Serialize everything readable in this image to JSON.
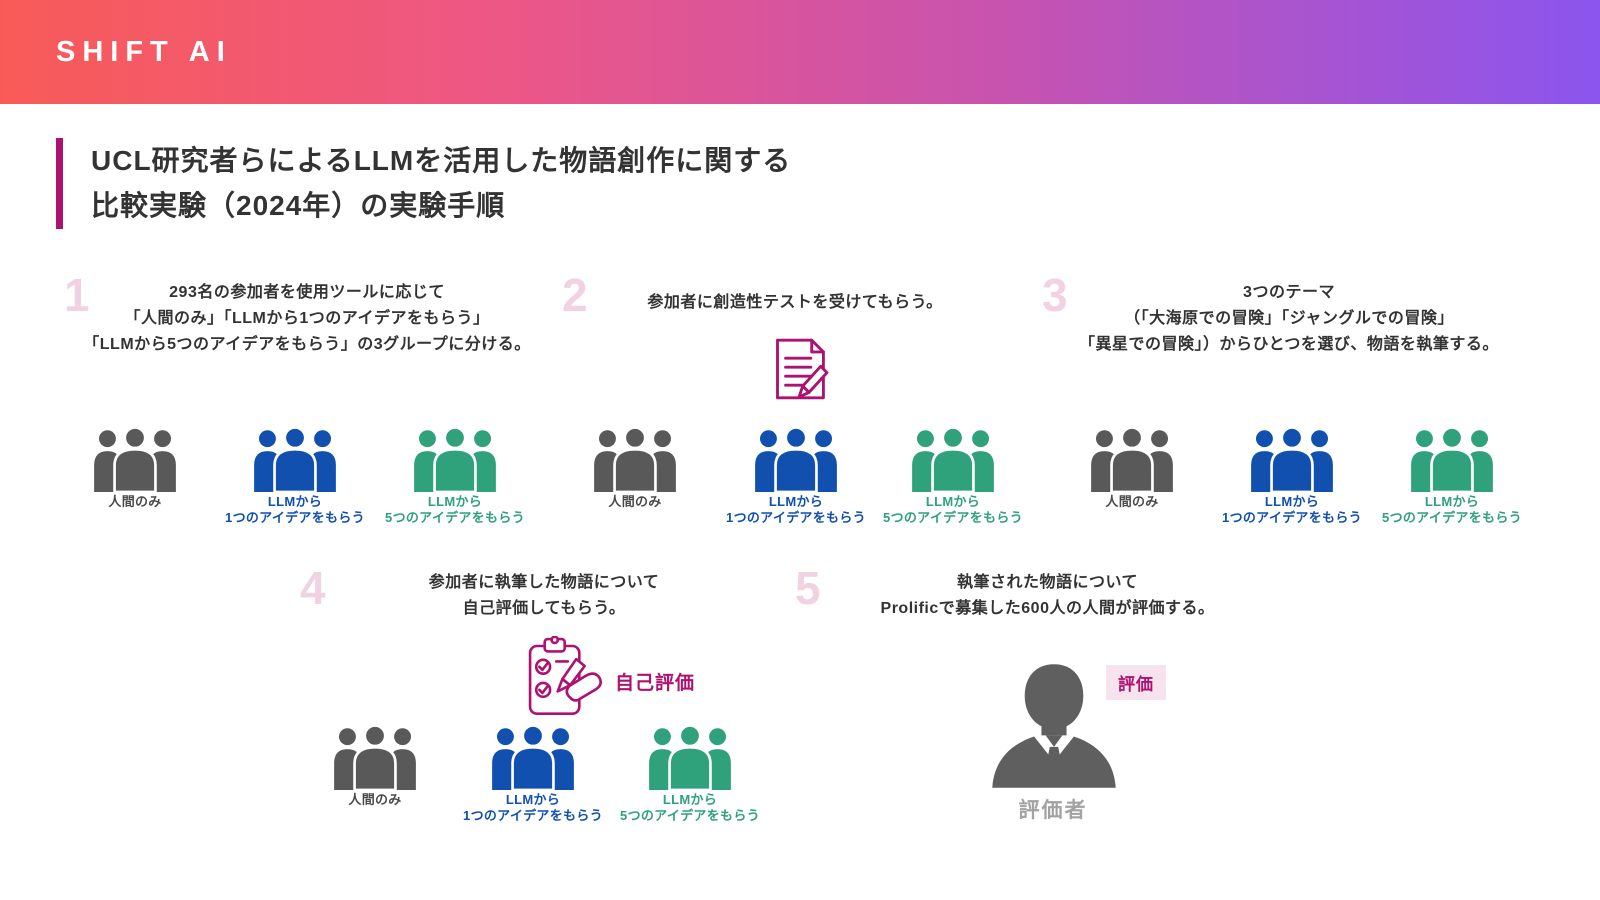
{
  "colors": {
    "accent_magenta": "#ad1270",
    "gradient_left": "#f85b57",
    "gradient_mid1": "#ee5784",
    "gradient_mid2": "#c853ae",
    "gradient_right": "#8b55ee",
    "step_number_pink": "#f1d2e2",
    "group_gray": "#595959",
    "group_blue": "#1150af",
    "group_green": "#2fa17b",
    "text_dark": "#333333",
    "evaluator_gray": "#a2a2a2",
    "badge_bg": "#f7e3ee"
  },
  "header": {
    "logo": "SHIFT AI"
  },
  "title": {
    "line1": "UCL研究者らによるLLMを活用した物語創作に関する",
    "line2": "比較実験（2024年）の実験手順"
  },
  "groups": {
    "human": {
      "label": "人間のみ"
    },
    "llm1": {
      "line1": "LLMから",
      "line2": "1つのアイデアをもらう"
    },
    "llm5": {
      "line1": "LLMから",
      "line2": "5つのアイデアをもらう"
    }
  },
  "steps": {
    "s1": {
      "number": "1",
      "line1": "293名の参加者を使用ツールに応じて",
      "line2": "「人間のみ」「LLMから1つのアイデアをもらう」",
      "line3": "「LLMから5つのアイデアをもらう」の3グループに分ける。"
    },
    "s2": {
      "number": "2",
      "line1": "参加者に創造性テストを受けてもらう。"
    },
    "s3": {
      "number": "3",
      "line1": "3つのテーマ",
      "line2": "（「大海原での冒険」「ジャングルでの冒険」",
      "line3": "「異星での冒険」）からひとつを選び、物語を執筆する。"
    },
    "s4": {
      "number": "4",
      "line1": "参加者に執筆した物語について",
      "line2": "自己評価してもらう。",
      "icon_label": "自己評価"
    },
    "s5": {
      "number": "5",
      "line1": "執筆された物語について",
      "line2": "Prolificで募集した600人の人間が評価する。",
      "badge": "評価",
      "person_label": "評価者"
    }
  }
}
